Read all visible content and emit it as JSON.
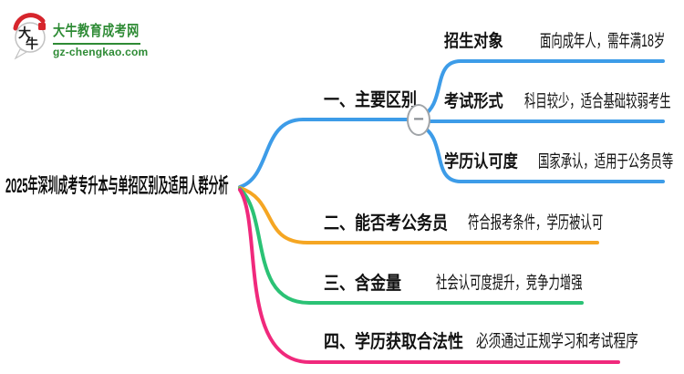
{
  "site": {
    "logo_title": "大牛教育成考网",
    "logo_domain": "gz-chengkao.com",
    "logo_icon_text_top": "大",
    "logo_icon_text_bottom": "牛"
  },
  "root": {
    "title": "2025年深圳成考专升本与单招区别及适用人群分析"
  },
  "collapse_button": {
    "symbol": "−"
  },
  "colors": {
    "branch1": "#3d9ce8",
    "branch2": "#f5a623",
    "branch3": "#2bc275",
    "branch4": "#f0297c",
    "logo_green": "#2e8b35",
    "logo_red": "#d6252c"
  },
  "branches": [
    {
      "label": "一、主要区别",
      "color": "#3d9ce8",
      "children": [
        {
          "label": "招生对象",
          "note": "面向成年人，需年满18岁"
        },
        {
          "label": "考试形式",
          "note": "科目较少，适合基础较弱考生"
        },
        {
          "label": "学历认可度",
          "note": "国家承认，适用于公务员等"
        }
      ]
    },
    {
      "label": "二、能否考公务员",
      "note": "符合报考条件，学历被认可",
      "color": "#f5a623"
    },
    {
      "label": "三、含金量",
      "note": "社会认可度提升，竞争力增强",
      "color": "#2bc275"
    },
    {
      "label": "四、学历获取合法性",
      "note": "必须通过正规学习和考试程序",
      "color": "#f0297c"
    }
  ]
}
